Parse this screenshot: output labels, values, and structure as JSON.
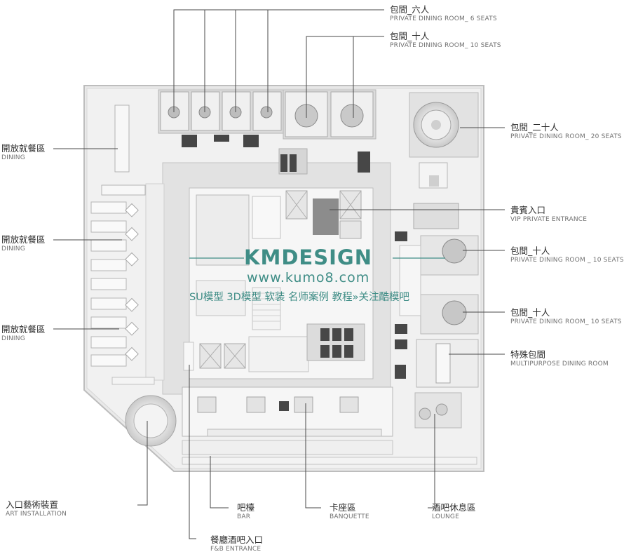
{
  "labels": {
    "pdr6": {
      "zh": "包間_六人",
      "en": "PRIVATE DINING ROOM_ 6 SEATS"
    },
    "pdr10a": {
      "zh": "包間_十人",
      "en": "PRIVATE DINING ROOM_ 10 SEATS"
    },
    "pdr20": {
      "zh": "包間_二十人",
      "en": "PRIVATE DINING ROOM_ 20 SEATS"
    },
    "vip": {
      "zh": "貴賓入口",
      "en": "VIP PRIVATE ENTRANCE"
    },
    "pdr10b": {
      "zh": "包間_十人",
      "en": "PRIVATE DINING ROOM _ 10 SEATS"
    },
    "pdr10c": {
      "zh": "包間_十人",
      "en": "PRIVATE DINING ROOM_ 10 SEATS"
    },
    "multi": {
      "zh": "特殊包間",
      "en": "MULTIPURPOSE DINING ROOM"
    },
    "dining1": {
      "zh": "開放就餐區",
      "en": "DINING"
    },
    "dining2": {
      "zh": "開放就餐區",
      "en": "DINING"
    },
    "dining3": {
      "zh": "開放就餐區",
      "en": "DINING"
    },
    "art": {
      "zh": "入口藝術裝置",
      "en": "ART INSTALLATION"
    },
    "bar": {
      "zh": "吧檯",
      "en": "BAR"
    },
    "banq": {
      "zh": "卡座區",
      "en": "BANQUETTE"
    },
    "lounge": {
      "zh": "酒吧休息區",
      "en": "LOUNGE"
    },
    "fb": {
      "zh": "餐廳酒吧入口",
      "en": "F&B ENTRANCE"
    }
  },
  "watermark": {
    "brand": "KMDESIGN",
    "url": "www.kumo8.com",
    "tagline": "SU模型 3D模型 软装 名师案例 教程»关注酷模吧"
  }
}
